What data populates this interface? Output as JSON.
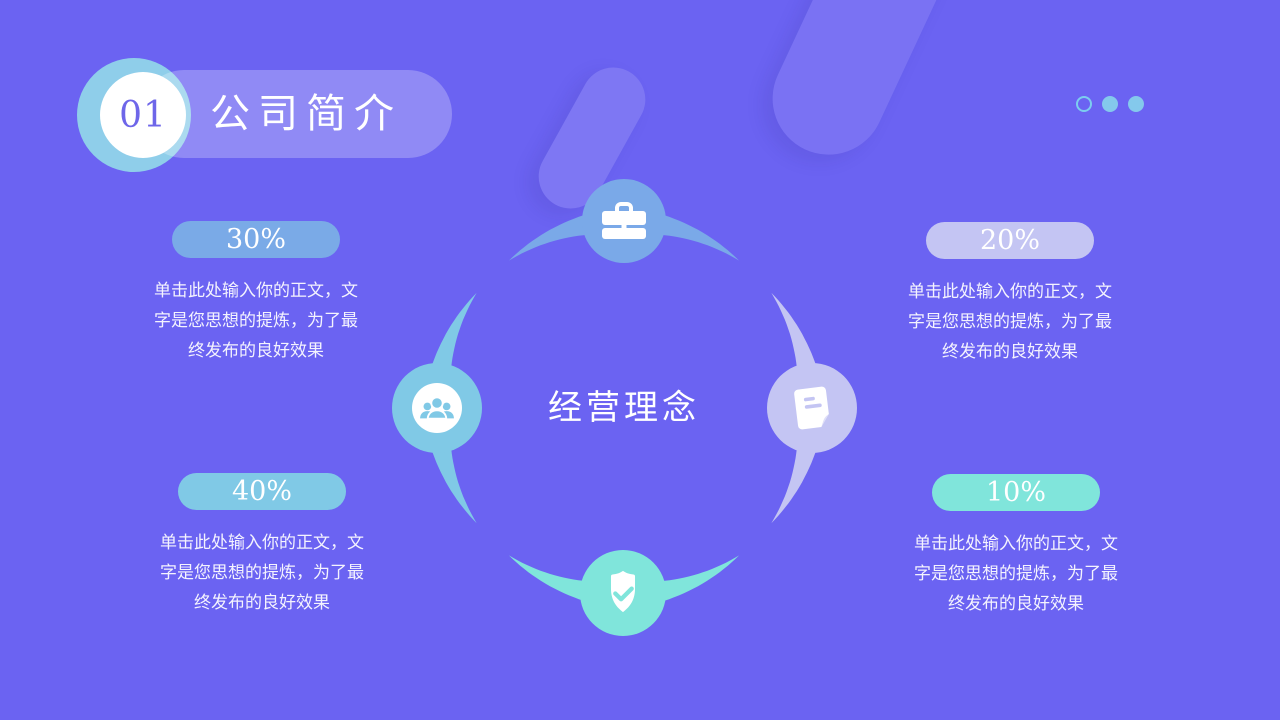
{
  "slide": {
    "background_color": "#6B63F2",
    "header": {
      "number": "01",
      "title": "公司简介"
    },
    "pagination": {
      "dots": [
        "outline",
        "filled",
        "filled"
      ],
      "dot_fill_color": "#84C9EC",
      "dot_outline_color": "#7CCDEF"
    },
    "diagram": {
      "center_label": "经营理念",
      "nodes": [
        {
          "position": "top",
          "icon": "briefcase-icon",
          "color": "#7AA9E8"
        },
        {
          "position": "left",
          "icon": "users-icon",
          "color": "#80C9E6"
        },
        {
          "position": "right",
          "icon": "notepad-icon",
          "color": "#C4C5F3"
        },
        {
          "position": "bottom",
          "icon": "shield-check-icon",
          "color": "#80E5DB"
        }
      ]
    },
    "stats": [
      {
        "percent": "30%",
        "color": "#7AAAE7",
        "description": "单击此处输入你的正文，文\n字是您思想的提炼，为了最\n终发布的良好效果"
      },
      {
        "percent": "20%",
        "color": "#C4C5F3",
        "description": "单击此处输入你的正文，文\n字是您思想的提炼，为了最\n终发布的良好效果"
      },
      {
        "percent": "40%",
        "color": "#80C9E6",
        "description": "单击此处输入你的正文，文\n字是您思想的提炼，为了最\n终发布的良好效果"
      },
      {
        "percent": "10%",
        "color": "#80E5DB",
        "description": "单击此处输入你的正文，文\n字是您思想的提炼，为了最\n终发布的良好效果"
      }
    ]
  }
}
